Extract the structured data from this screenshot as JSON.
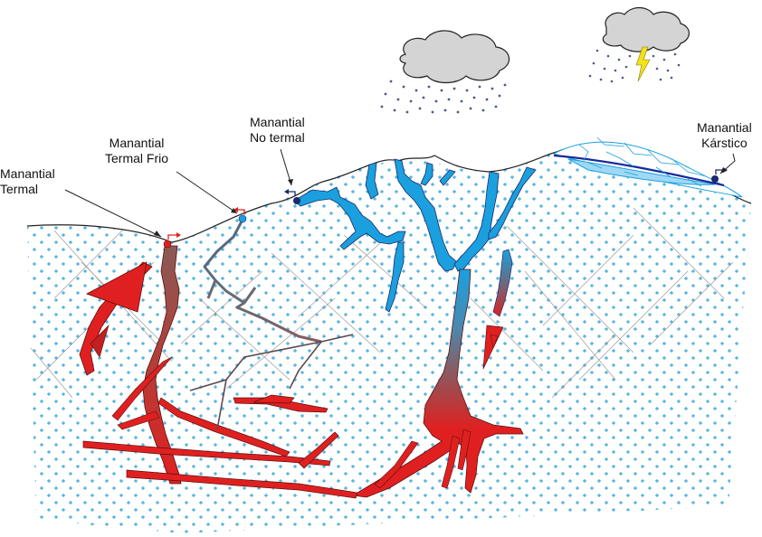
{
  "labels": {
    "termal": {
      "line1": "Manantial",
      "line2": "Termal"
    },
    "termal_frio": {
      "line1": "Manantial",
      "line2": "Termal Frio"
    },
    "no_termal": {
      "line1": "Manantial",
      "line2": "No termal"
    },
    "karstico": {
      "line1": "Manantial",
      "line2": "Kárstico"
    }
  },
  "colors": {
    "hot": "#e02020",
    "cold": "#1aa0de",
    "dark_blue": "#1a2a6c",
    "rock_dots": "#1a9ad6",
    "cloud": "#d4d4d4",
    "rain": "#4a5a8a",
    "lightning": "#f2e21a",
    "karst": "#bfe4f8"
  },
  "icons": [
    "cloud-rain-icon",
    "cloud-storm-icon",
    "lightning-icon",
    "spring-marker-icon"
  ]
}
